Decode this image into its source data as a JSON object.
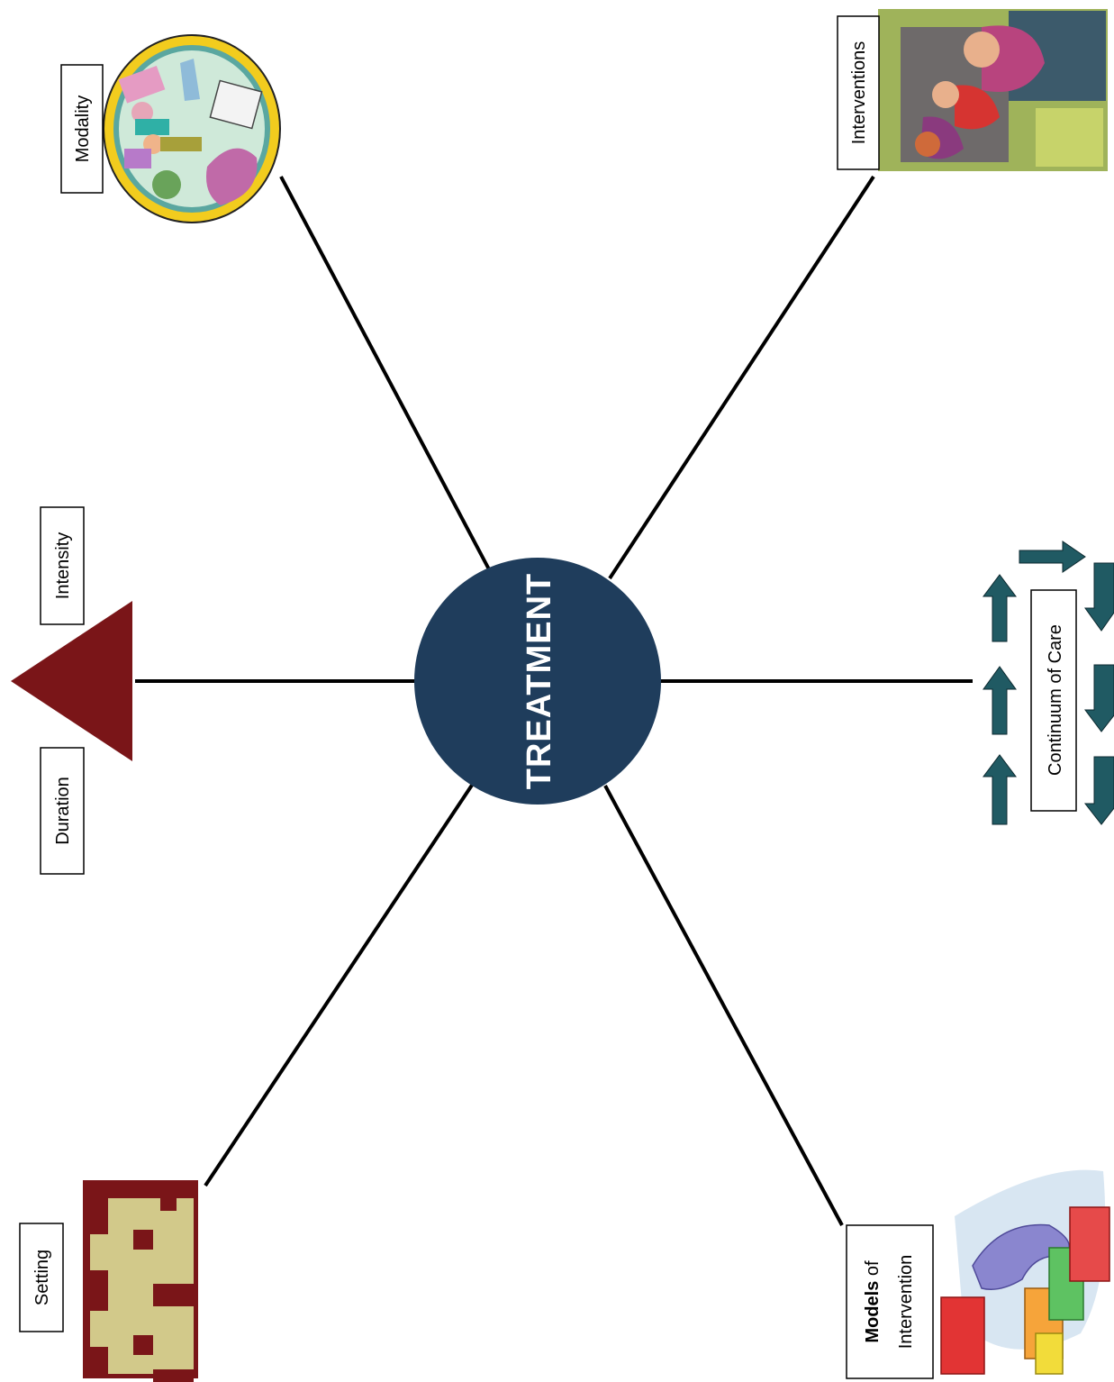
{
  "center": {
    "label": "TREATMENT",
    "color": "#1f3d5c"
  },
  "spokes": {
    "setting": {
      "label": "Setting",
      "icon": "house-icon"
    },
    "duration": {
      "label": "Duration"
    },
    "intensity": {
      "label": "Intensity",
      "icon": "triangle-icon"
    },
    "modality": {
      "label": "Modality",
      "icon": "group-therapy-icon"
    },
    "interventions": {
      "label": "Interventions",
      "icon": "classroom-photo-icon"
    },
    "continuum": {
      "label": "Continuum of Care",
      "icon": "arrows-icon"
    },
    "models": {
      "label_bold": "Models",
      "label_rest": " of",
      "label_line2": "Intervention",
      "icon": "building-blocks-icon"
    }
  },
  "colors": {
    "triangle": "#7a1518",
    "house_wall": "#d2c98a",
    "house_roof": "#7a1518",
    "arrow": "#205a63"
  }
}
